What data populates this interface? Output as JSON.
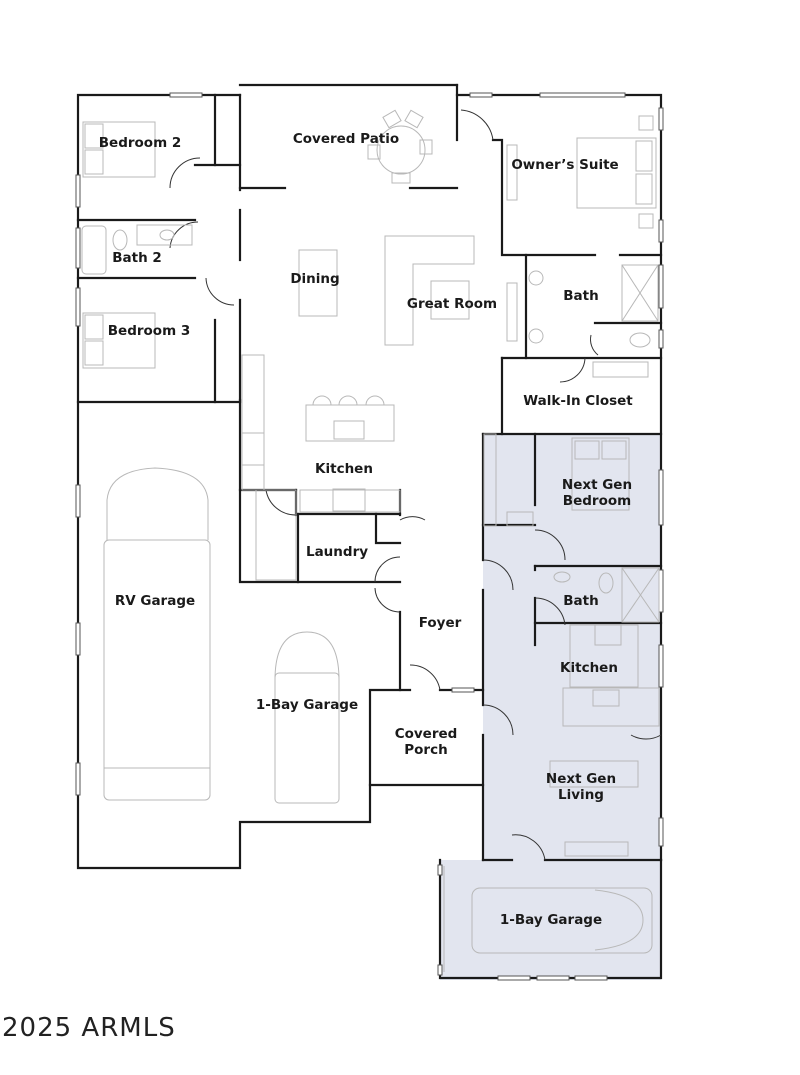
{
  "plan": {
    "colors": {
      "wall": "#1a1a1a",
      "next_gen_fill": "#e2e5ef",
      "fixture": "#b8b8b8",
      "background": "#ffffff"
    },
    "rooms": {
      "bedroom2": "Bedroom 2",
      "bath2": "Bath 2",
      "bedroom3": "Bedroom 3",
      "covered_patio": "Covered Patio",
      "dining": "Dining",
      "great_room": "Great Room",
      "owners_suite": "Owner’s Suite",
      "owners_bath": "Bath",
      "walk_in_closet": "Walk-In Closet",
      "kitchen": "Kitchen",
      "laundry": "Laundry",
      "rv_garage": "RV Garage",
      "garage_1bay": "1-Bay Garage",
      "foyer": "Foyer",
      "covered_porch_1": "Covered",
      "covered_porch_2": "Porch",
      "ng_bedroom_1": "Next Gen",
      "ng_bedroom_2": "Bedroom",
      "ng_bath": "Bath",
      "ng_kitchen": "Kitchen",
      "ng_living_1": "Next Gen",
      "ng_living_2": "Living",
      "ng_garage": "1-Bay Garage"
    }
  },
  "watermark": "2025 ARMLS"
}
